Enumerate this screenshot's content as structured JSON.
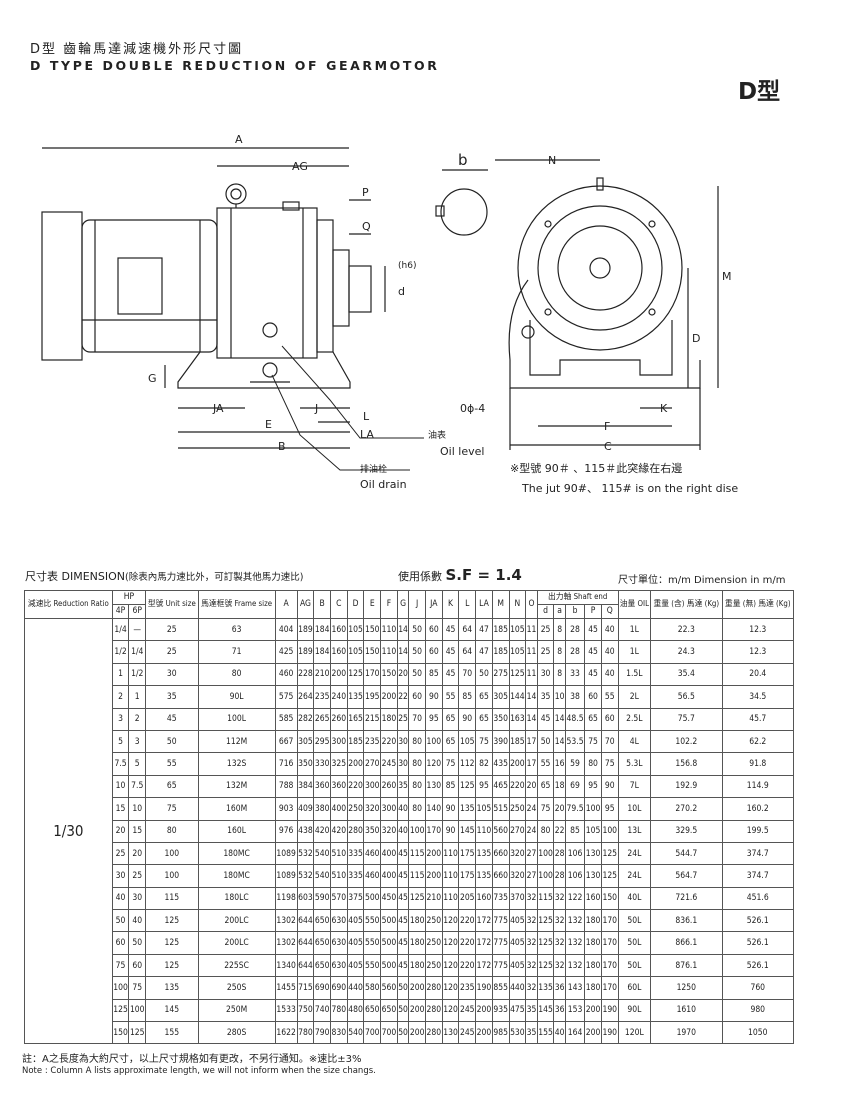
{
  "header": {
    "title_zh": "D型 齒輪馬達減速機外形尺寸圖",
    "title_en": "D TYPE DOUBLE REDUCTION OF GEARMOTOR",
    "type_badge": "D型"
  },
  "drawing": {
    "labels": {
      "A": "A",
      "AG": "AG",
      "P": "P",
      "Q": "Q",
      "d": "d",
      "h6": "(h6)",
      "G": "G",
      "JA": "JA",
      "J": "J",
      "E": "E",
      "B": "B",
      "L": "L",
      "LA": "LA",
      "b": "b",
      "N": "N",
      "M": "M",
      "D": "D",
      "K": "K",
      "F": "F",
      "C": "C",
      "hole": "0ϕ-4",
      "oil_level_zh": "油表",
      "oil_level_en": "Oil level",
      "oil_drain_zh": "排油栓",
      "oil_drain_en": "Oil drain",
      "jut_zh": "※型號 90＃ 、115＃此突緣在右邊",
      "jut_en": "The jut 90#、 115# is on the right dise"
    }
  },
  "table_header": {
    "title": "尺寸表 DIMENSION",
    "note": "(除表內馬力速比外，可訂製其他馬力速比)",
    "sf_label": "使用係數",
    "sf_value": "S.F = 1.4",
    "unit": "尺寸單位：m/m Dimension in m/m"
  },
  "table": {
    "col_ratio": "減速比 Reduction Ratio",
    "col_hp": "HP",
    "col_4p": "4P",
    "col_6p": "6P",
    "col_unit": "型號 Unit size",
    "col_frame": "馬達框號 Frame size",
    "dim_cols": [
      "A",
      "AG",
      "B",
      "C",
      "D",
      "E",
      "F",
      "G",
      "J",
      "JA",
      "K",
      "L",
      "LA",
      "M",
      "N",
      "O"
    ],
    "shaft_group": "出力軸 Shaft end",
    "shaft_cols": [
      "d",
      "a",
      "b",
      "P",
      "Q"
    ],
    "col_oil": "油量 OIL",
    "col_w_with": "重量 (含) 馬達 (Kg)",
    "col_w_without": "重量 (無) 馬達 (Kg)",
    "ratio_value": "1/30",
    "rows": [
      [
        "1/4",
        "—",
        "25",
        "63",
        "404",
        "189",
        "184",
        "160",
        "105",
        "150",
        "110",
        "14",
        "50",
        "60",
        "45",
        "64",
        "47",
        "185",
        "105",
        "11",
        "25",
        "8",
        "28",
        "45",
        "40",
        "1L",
        "22.3",
        "12.3"
      ],
      [
        "1/2",
        "1/4",
        "25",
        "71",
        "425",
        "189",
        "184",
        "160",
        "105",
        "150",
        "110",
        "14",
        "50",
        "60",
        "45",
        "64",
        "47",
        "185",
        "105",
        "11",
        "25",
        "8",
        "28",
        "45",
        "40",
        "1L",
        "24.3",
        "12.3"
      ],
      [
        "1",
        "1/2",
        "30",
        "80",
        "460",
        "228",
        "210",
        "200",
        "125",
        "170",
        "150",
        "20",
        "50",
        "85",
        "45",
        "70",
        "50",
        "275",
        "125",
        "11",
        "30",
        "8",
        "33",
        "45",
        "40",
        "1.5L",
        "35.4",
        "20.4"
      ],
      [
        "2",
        "1",
        "35",
        "90L",
        "575",
        "264",
        "235",
        "240",
        "135",
        "195",
        "200",
        "22",
        "60",
        "90",
        "55",
        "85",
        "65",
        "305",
        "144",
        "14",
        "35",
        "10",
        "38",
        "60",
        "55",
        "2L",
        "56.5",
        "34.5"
      ],
      [
        "3",
        "2",
        "45",
        "100L",
        "585",
        "282",
        "265",
        "260",
        "165",
        "215",
        "180",
        "25",
        "70",
        "95",
        "65",
        "90",
        "65",
        "350",
        "163",
        "14",
        "45",
        "14",
        "48.5",
        "65",
        "60",
        "2.5L",
        "75.7",
        "45.7"
      ],
      [
        "5",
        "3",
        "50",
        "112M",
        "667",
        "305",
        "295",
        "300",
        "185",
        "235",
        "220",
        "30",
        "80",
        "100",
        "65",
        "105",
        "75",
        "390",
        "185",
        "17",
        "50",
        "14",
        "53.5",
        "75",
        "70",
        "4L",
        "102.2",
        "62.2"
      ],
      [
        "7.5",
        "5",
        "55",
        "132S",
        "716",
        "350",
        "330",
        "325",
        "200",
        "270",
        "245",
        "30",
        "80",
        "120",
        "75",
        "112",
        "82",
        "435",
        "200",
        "17",
        "55",
        "16",
        "59",
        "80",
        "75",
        "5.3L",
        "156.8",
        "91.8"
      ],
      [
        "10",
        "7.5",
        "65",
        "132M",
        "788",
        "384",
        "360",
        "360",
        "220",
        "300",
        "260",
        "35",
        "80",
        "130",
        "85",
        "125",
        "95",
        "465",
        "220",
        "20",
        "65",
        "18",
        "69",
        "95",
        "90",
        "7L",
        "192.9",
        "114.9"
      ],
      [
        "15",
        "10",
        "75",
        "160M",
        "903",
        "409",
        "380",
        "400",
        "250",
        "320",
        "300",
        "40",
        "80",
        "140",
        "90",
        "135",
        "105",
        "515",
        "250",
        "24",
        "75",
        "20",
        "79.5",
        "100",
        "95",
        "10L",
        "270.2",
        "160.2"
      ],
      [
        "20",
        "15",
        "80",
        "160L",
        "976",
        "438",
        "420",
        "420",
        "280",
        "350",
        "320",
        "40",
        "100",
        "170",
        "90",
        "145",
        "110",
        "560",
        "270",
        "24",
        "80",
        "22",
        "85",
        "105",
        "100",
        "13L",
        "329.5",
        "199.5"
      ],
      [
        "25",
        "20",
        "100",
        "180MC",
        "1089",
        "532",
        "540",
        "510",
        "335",
        "460",
        "400",
        "45",
        "115",
        "200",
        "110",
        "175",
        "135",
        "660",
        "320",
        "27",
        "100",
        "28",
        "106",
        "130",
        "125",
        "24L",
        "544.7",
        "374.7"
      ],
      [
        "30",
        "25",
        "100",
        "180MC",
        "1089",
        "532",
        "540",
        "510",
        "335",
        "460",
        "400",
        "45",
        "115",
        "200",
        "110",
        "175",
        "135",
        "660",
        "320",
        "27",
        "100",
        "28",
        "106",
        "130",
        "125",
        "24L",
        "564.7",
        "374.7"
      ],
      [
        "40",
        "30",
        "115",
        "180LC",
        "1198",
        "603",
        "590",
        "570",
        "375",
        "500",
        "450",
        "45",
        "125",
        "210",
        "110",
        "205",
        "160",
        "735",
        "370",
        "32",
        "115",
        "32",
        "122",
        "160",
        "150",
        "40L",
        "721.6",
        "451.6"
      ],
      [
        "50",
        "40",
        "125",
        "200LC",
        "1302",
        "644",
        "650",
        "630",
        "405",
        "550",
        "500",
        "45",
        "180",
        "250",
        "120",
        "220",
        "172",
        "775",
        "405",
        "32",
        "125",
        "32",
        "132",
        "180",
        "170",
        "50L",
        "836.1",
        "526.1"
      ],
      [
        "60",
        "50",
        "125",
        "200LC",
        "1302",
        "644",
        "650",
        "630",
        "405",
        "550",
        "500",
        "45",
        "180",
        "250",
        "120",
        "220",
        "172",
        "775",
        "405",
        "32",
        "125",
        "32",
        "132",
        "180",
        "170",
        "50L",
        "866.1",
        "526.1"
      ],
      [
        "75",
        "60",
        "125",
        "225SC",
        "1340",
        "644",
        "650",
        "630",
        "405",
        "550",
        "500",
        "45",
        "180",
        "250",
        "120",
        "220",
        "172",
        "775",
        "405",
        "32",
        "125",
        "32",
        "132",
        "180",
        "170",
        "50L",
        "876.1",
        "526.1"
      ],
      [
        "100",
        "75",
        "135",
        "250S",
        "1455",
        "715",
        "690",
        "690",
        "440",
        "580",
        "560",
        "50",
        "200",
        "280",
        "120",
        "235",
        "190",
        "855",
        "440",
        "32",
        "135",
        "36",
        "143",
        "180",
        "170",
        "60L",
        "1250",
        "760"
      ],
      [
        "125",
        "100",
        "145",
        "250M",
        "1533",
        "750",
        "740",
        "780",
        "480",
        "650",
        "650",
        "50",
        "200",
        "280",
        "120",
        "245",
        "200",
        "935",
        "475",
        "35",
        "145",
        "36",
        "153",
        "200",
        "190",
        "90L",
        "1610",
        "980"
      ],
      [
        "150",
        "125",
        "155",
        "280S",
        "1622",
        "780",
        "790",
        "830",
        "540",
        "700",
        "700",
        "50",
        "200",
        "280",
        "130",
        "245",
        "200",
        "985",
        "530",
        "35",
        "155",
        "40",
        "164",
        "200",
        "190",
        "120L",
        "1970",
        "1050"
      ]
    ]
  },
  "notes": {
    "zh": "註：A之長度為大約尺寸，以上尺寸規格如有更改，不另行通知。※速比±3%",
    "en": "Note : Column A lists approximate length, we will not inform when the size changs."
  }
}
